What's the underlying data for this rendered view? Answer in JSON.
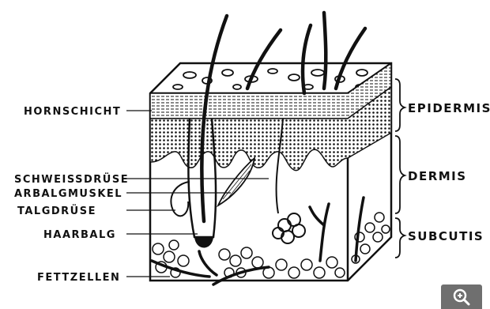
{
  "diagram": {
    "labels_left": {
      "hornschicht": "HORNSCHICHT",
      "schweissdruese": "SCHWEISSDRÜSE",
      "haarbalgmuskel": "ARBALGMUSKEL",
      "talgdruese": "TALGDRÜSE",
      "haarbalg": "HAARBALG",
      "fettzellen": "FETTZELLEN"
    },
    "labels_right": {
      "epidermis": "EPIDERMIS",
      "dermis": "DERMIS",
      "subcutis": "SUBCUTIS"
    }
  },
  "zoom_button": {
    "icon": "zoom-in-icon"
  }
}
